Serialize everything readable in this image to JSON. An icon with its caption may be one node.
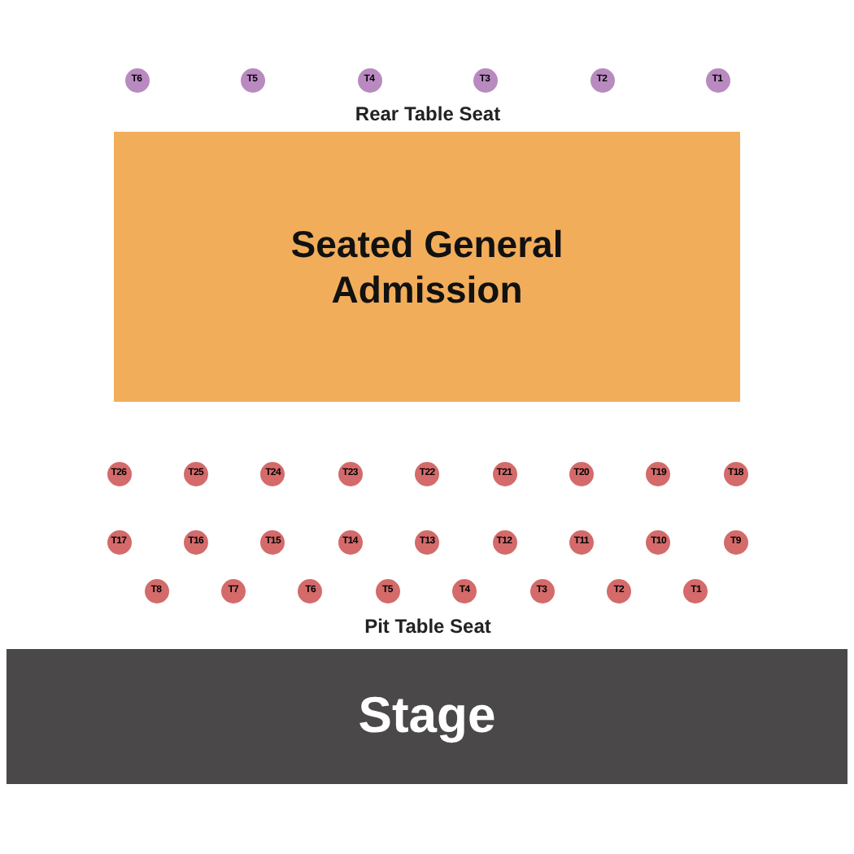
{
  "diagram": {
    "nodes": [
      {
        "text": [
          "T6"
        ]
      },
      {
        "text": [
          "T5"
        ]
      },
      {
        "text": [
          "T4"
        ]
      },
      {
        "text": [
          "T3"
        ]
      },
      {
        "text": [
          "T2"
        ]
      },
      {
        "text": [
          "T1"
        ]
      },
      {
        "text": [
          "Seated General Admission"
        ]
      },
      {
        "text": [
          "T26"
        ]
      },
      {
        "text": [
          "T25"
        ]
      },
      {
        "text": [
          "T24"
        ]
      },
      {
        "text": [
          "T23"
        ]
      },
      {
        "text": [
          "T22"
        ]
      },
      {
        "text": [
          "T21"
        ]
      },
      {
        "text": [
          "T20"
        ]
      },
      {
        "text": [
          "T19"
        ]
      },
      {
        "text": [
          "T18"
        ]
      },
      {
        "text": [
          "T17"
        ]
      },
      {
        "text": [
          "T16"
        ]
      },
      {
        "text": [
          "T15"
        ]
      },
      {
        "text": [
          "T14"
        ]
      },
      {
        "text": [
          "T13"
        ]
      },
      {
        "text": [
          "T12"
        ]
      },
      {
        "text": [
          "T11"
        ]
      },
      {
        "text": [
          "T10"
        ]
      },
      {
        "text": [
          "T9"
        ]
      },
      {
        "text": [
          "T8"
        ]
      },
      {
        "text": [
          "T7"
        ]
      },
      {
        "text": [
          "T6"
        ]
      },
      {
        "text": [
          "T5"
        ]
      },
      {
        "text": [
          "T4"
        ]
      },
      {
        "text": [
          "T3"
        ]
      },
      {
        "text": [
          "T2"
        ]
      },
      {
        "text": [
          "T1"
        ]
      },
      {
        "text": [
          "Stage"
        ]
      }
    ],
    "labels": [
      "Rear Table Seat",
      "Pit Table Seat"
    ]
  }
}
